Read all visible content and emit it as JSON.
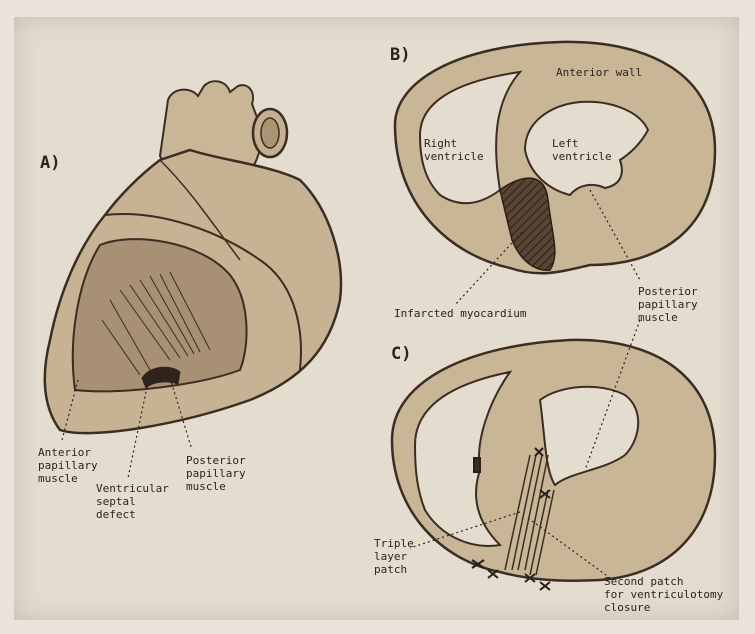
{
  "panels": {
    "a": "A)",
    "b": "B)",
    "c": "C)"
  },
  "labels": {
    "anterior_papillary": "Anterior\npapillary\nmuscle",
    "ventricular_septal_defect": "Ventricular\nseptal\ndefect",
    "posterior_papillary_a": "Posterior\npapillary\nmuscle",
    "anterior_wall": "Anterior wall",
    "right_ventricle": "Right\nventricle",
    "left_ventricle": "Left\nventricle",
    "infarcted_myocardium": "Infarcted myocardium",
    "posterior_papillary_b": "Posterior\npapillary\nmuscle",
    "triple_layer_patch": "Triple\nlayer\npatch",
    "second_patch": "Second patch\nfor ventriculotomy\nclosure"
  },
  "colors": {
    "paper": "#e3dccf",
    "tissue": "#c7b394",
    "tissue_dark": "#7a6247",
    "outline": "#3a2e22",
    "infarct": "#4a3628"
  }
}
